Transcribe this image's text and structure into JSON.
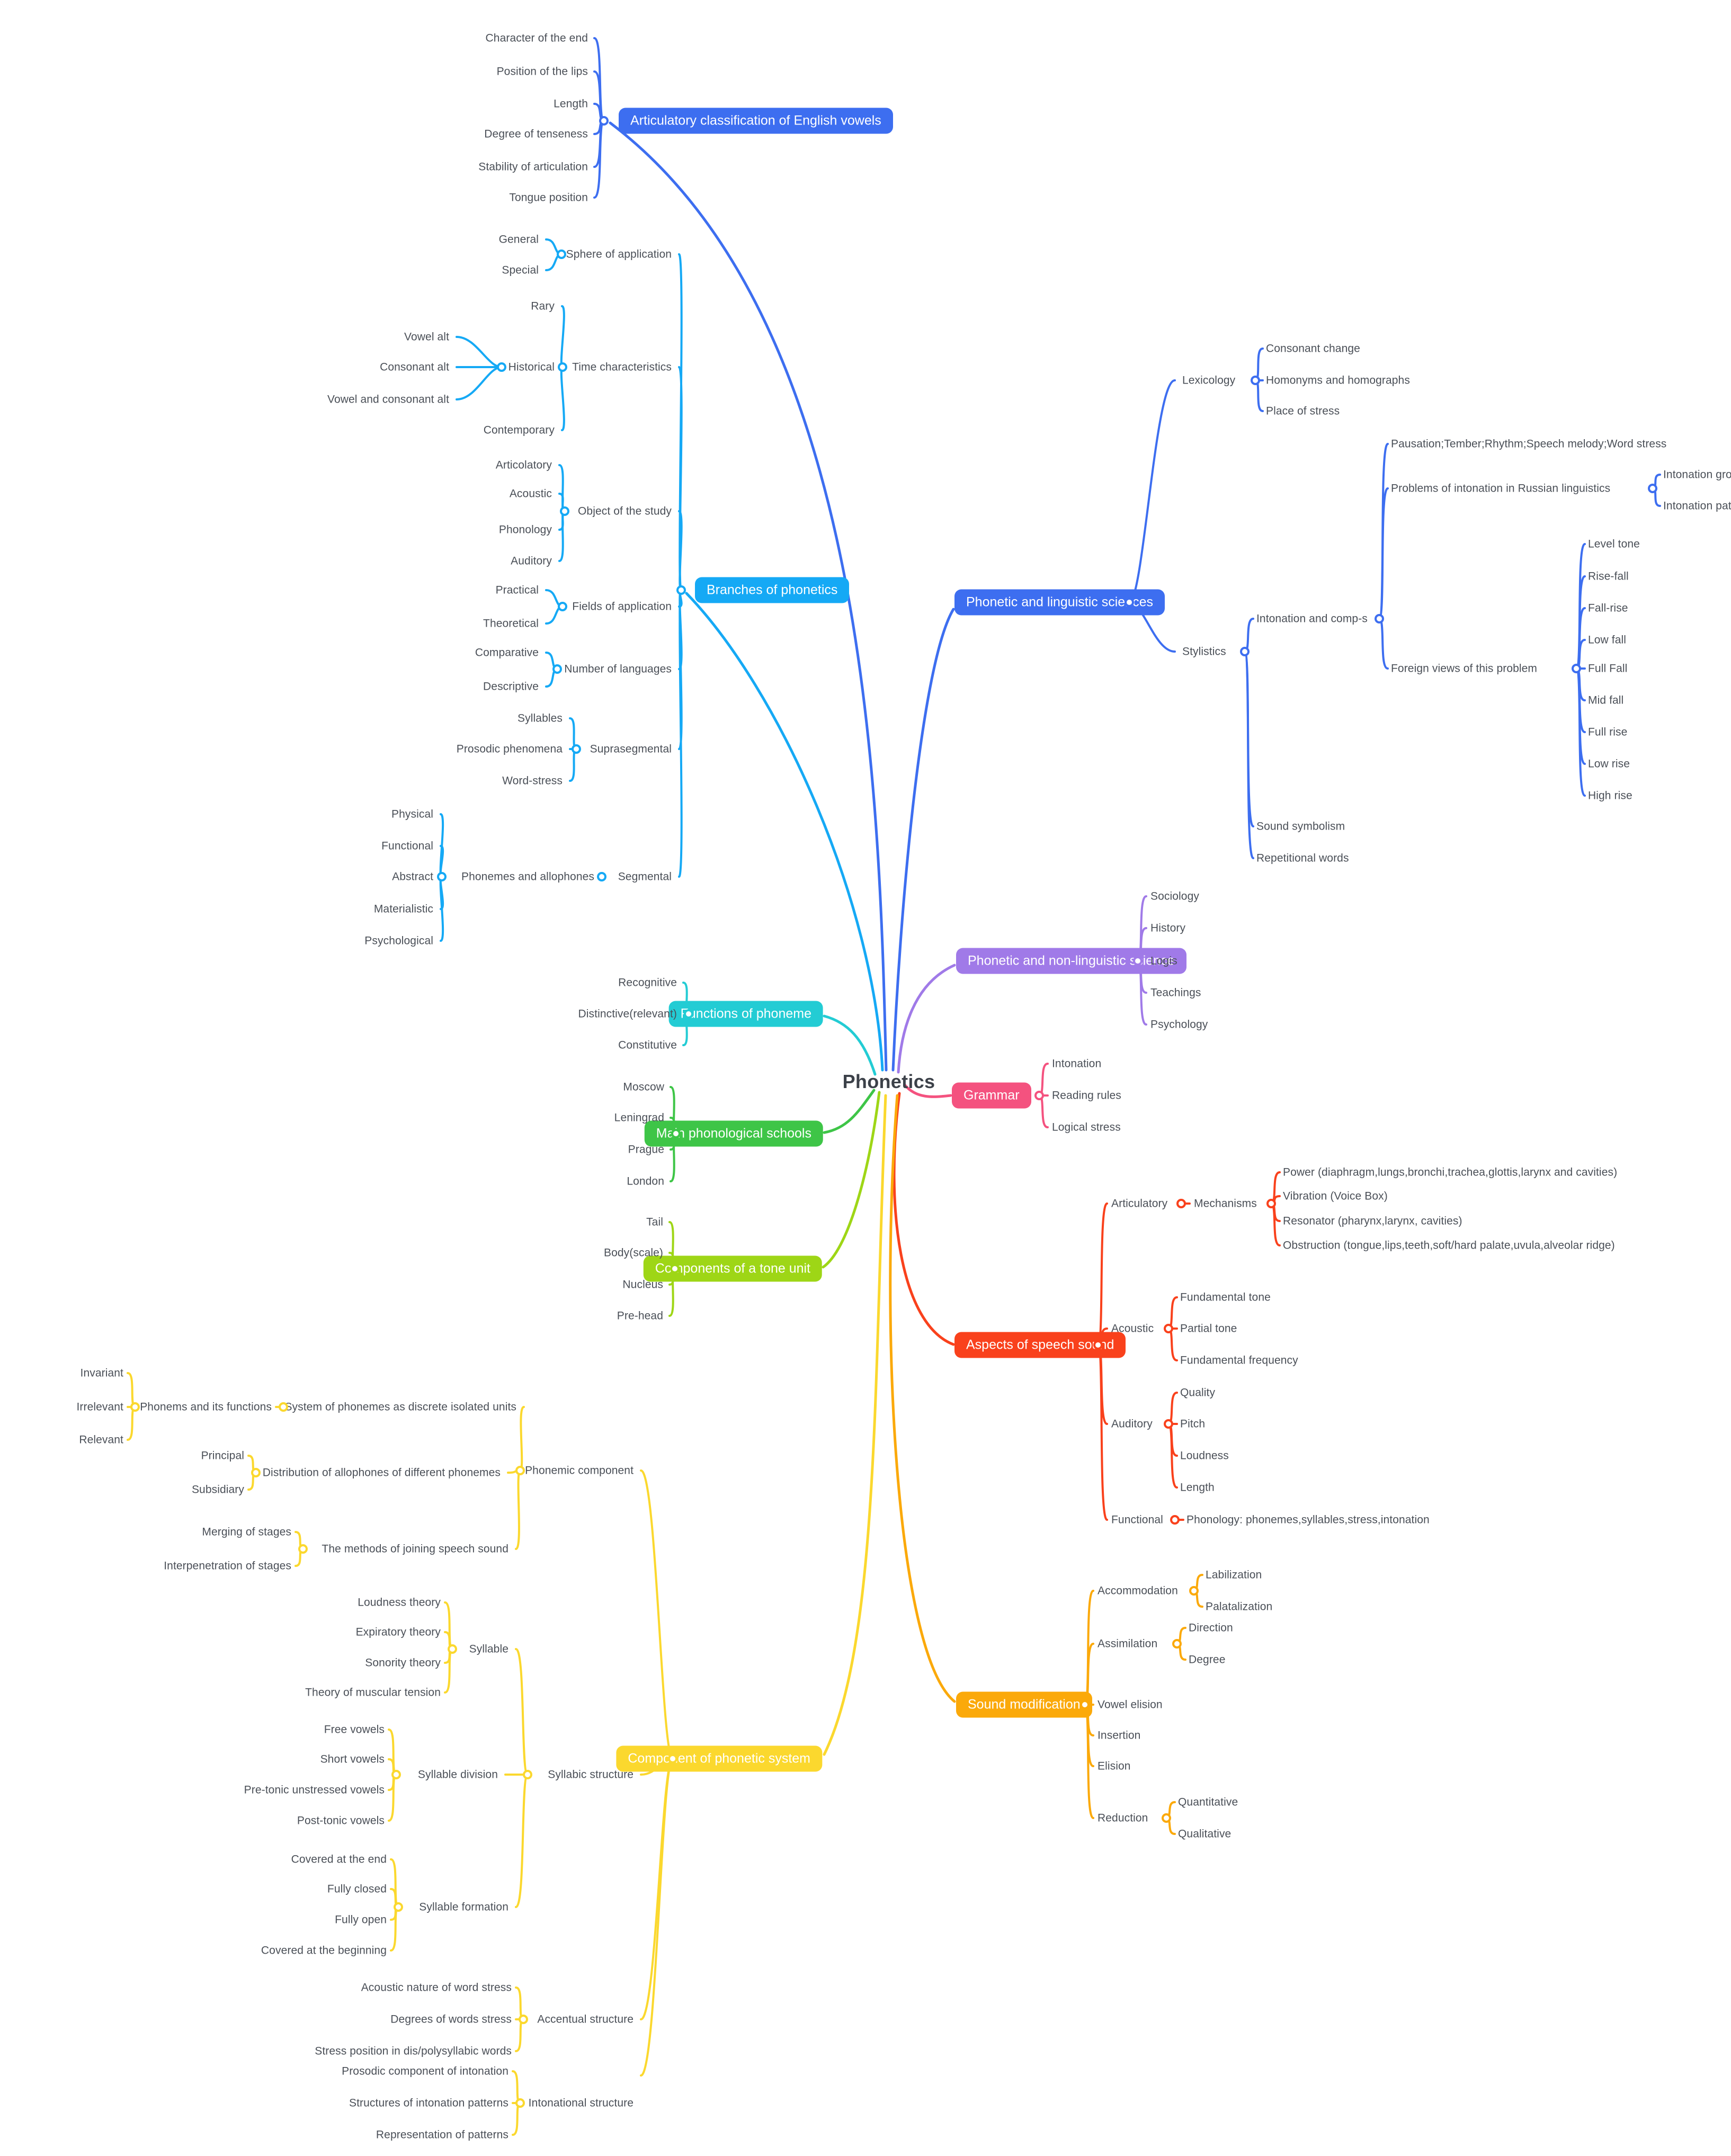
{
  "title": "Phonetics mind map",
  "center": {
    "label": "Phonetics"
  },
  "colors": {
    "blue_dark": "#3d6ef0",
    "blue_light": "#15a9f5",
    "cyan": "#23ccd4",
    "green": "#3ec547",
    "green_light": "#9ed616",
    "yellow": "#fbd82e",
    "orange": "#fba90a",
    "red": "#f9411c",
    "pink": "#f4527f",
    "purple": "#a07ae8",
    "text": "#4a4f57",
    "center_text": "#3c4149"
  },
  "branches": [
    {
      "id": "articulatory-classification",
      "label": "Articulatory classification of English vowels",
      "color": "#3d6ef0",
      "children": [
        {
          "label": "Character of the end"
        },
        {
          "label": "Position of the lips"
        },
        {
          "label": "Length"
        },
        {
          "label": "Degree of tenseness"
        },
        {
          "label": "Stability of articulation"
        },
        {
          "label": "Tongue position"
        }
      ]
    },
    {
      "id": "branches-of-phonetics",
      "label": "Branches of phonetics",
      "color": "#15a9f5",
      "children": [
        {
          "label": "Sphere of application",
          "children": [
            {
              "label": "General"
            },
            {
              "label": "Special"
            }
          ]
        },
        {
          "label": "Time characteristics",
          "children": [
            {
              "label": "Rary"
            },
            {
              "label": "Historical",
              "children": [
                {
                  "label": "Vowel alt"
                },
                {
                  "label": "Consonant alt"
                },
                {
                  "label": "Vowel and consonant alt"
                }
              ]
            },
            {
              "label": "Contemporary"
            }
          ]
        },
        {
          "label": "Object of the study",
          "children": [
            {
              "label": "Articolatory"
            },
            {
              "label": "Acoustic"
            },
            {
              "label": "Phonology"
            },
            {
              "label": "Auditory"
            }
          ]
        },
        {
          "label": "Fields of application",
          "children": [
            {
              "label": "Practical"
            },
            {
              "label": "Theoretical"
            }
          ]
        },
        {
          "label": "Number of languages",
          "children": [
            {
              "label": "Comparative"
            },
            {
              "label": "Descriptive"
            }
          ]
        },
        {
          "label": "Suprasegmental",
          "children": [
            {
              "label": "Syllables"
            },
            {
              "label": "Prosodic phenomena"
            },
            {
              "label": "Word-stress"
            }
          ]
        },
        {
          "label": "Segmental",
          "children": [
            {
              "label": "Phonemes and allophones",
              "children": [
                {
                  "label": "Physical"
                },
                {
                  "label": "Functional"
                },
                {
                  "label": "Abstract"
                },
                {
                  "label": "Materialistic"
                },
                {
                  "label": "Psychological"
                }
              ]
            }
          ]
        }
      ]
    },
    {
      "id": "phonetic-and-linguistic-sciences",
      "label": "Phonetic and linguistic sciences",
      "color": "#3d6ef0",
      "children": [
        {
          "label": "Lexicology",
          "children": [
            {
              "label": "Consonant change"
            },
            {
              "label": "Homonyms and homographs"
            },
            {
              "label": "Place of stress"
            }
          ]
        },
        {
          "label": "Stylistics",
          "children": [
            {
              "label": "Intonation and comp-s",
              "children": [
                {
                  "label": "Pausation;Tember;Rhythm;Speech melody;Word stress"
                },
                {
                  "label": "Problems of intonation in Russian linguistics",
                  "children": [
                    {
                      "label": "Intonation group"
                    },
                    {
                      "label": "Intonation patterns"
                    }
                  ]
                },
                {
                  "label": "Foreign views of this problem",
                  "children": [
                    {
                      "label": "Level tone"
                    },
                    {
                      "label": "Rise-fall"
                    },
                    {
                      "label": "Fall-rise"
                    },
                    {
                      "label": "Low fall"
                    },
                    {
                      "label": "Full Fall"
                    },
                    {
                      "label": "Mid fall"
                    },
                    {
                      "label": "Full rise"
                    },
                    {
                      "label": "Low rise"
                    },
                    {
                      "label": "High rise"
                    }
                  ]
                }
              ]
            },
            {
              "label": "Sound symbolism"
            },
            {
              "label": "Repetitional words"
            }
          ]
        }
      ]
    },
    {
      "id": "phonetic-and-non-linguistic-science",
      "label": "Phonetic and non-linguistic science",
      "color": "#a07ae8",
      "children": [
        {
          "label": "Sociology"
        },
        {
          "label": "History"
        },
        {
          "label": "Logis"
        },
        {
          "label": "Teachings"
        },
        {
          "label": "Psychology"
        }
      ]
    },
    {
      "id": "grammar",
      "label": "Grammar",
      "color": "#f4527f",
      "children": [
        {
          "label": "Intonation"
        },
        {
          "label": "Reading rules"
        },
        {
          "label": "Logical stress"
        }
      ]
    },
    {
      "id": "functions-of-phoneme",
      "label": "Functions of phoneme",
      "color": "#23ccd4",
      "children": [
        {
          "label": "Recognitive"
        },
        {
          "label": "Distinctive(relevant)"
        },
        {
          "label": "Constitutive"
        }
      ]
    },
    {
      "id": "main-phonological-schools",
      "label": "Main phonological schools",
      "color": "#3ec547",
      "children": [
        {
          "label": "Moscow"
        },
        {
          "label": "Leningrad"
        },
        {
          "label": "Prague"
        },
        {
          "label": "London"
        }
      ]
    },
    {
      "id": "components-of-a-tone-unit",
      "label": "Components of a tone unit",
      "color": "#9ed616",
      "children": [
        {
          "label": "Tail"
        },
        {
          "label": "Body(scale)"
        },
        {
          "label": "Nucleus"
        },
        {
          "label": "Pre-head"
        }
      ]
    },
    {
      "id": "aspects-of-speech-sound",
      "label": "Aspects of speech sound",
      "color": "#f9411c",
      "children": [
        {
          "label": "Articulatory",
          "children": [
            {
              "label": "Mechanisms",
              "children": [
                {
                  "label": "Power (diaphragm,lungs,bronchi,trachea,glottis,larynx and cavities)"
                },
                {
                  "label": "Vibration (Voice Box)"
                },
                {
                  "label": "Resonator (pharynx,larynx, cavities)"
                },
                {
                  "label": "Obstruction (tongue,lips,teeth,soft/hard palate,uvula,alveolar ridge)"
                }
              ]
            }
          ]
        },
        {
          "label": "Acoustic",
          "children": [
            {
              "label": "Fundamental tone"
            },
            {
              "label": "Partial tone"
            },
            {
              "label": "Fundamental frequency"
            }
          ]
        },
        {
          "label": "Auditory",
          "children": [
            {
              "label": "Quality"
            },
            {
              "label": "Pitch"
            },
            {
              "label": "Loudness"
            },
            {
              "label": "Length"
            }
          ]
        },
        {
          "label": "Functional",
          "children": [
            {
              "label": "Phonology: phonemes,syllables,stress,intonation"
            }
          ]
        }
      ]
    },
    {
      "id": "sound-modification",
      "label": "Sound modification",
      "color": "#fba90a",
      "children": [
        {
          "label": "Accommodation",
          "children": [
            {
              "label": "Labilization"
            },
            {
              "label": "Palatalization"
            }
          ]
        },
        {
          "label": "Assimilation",
          "children": [
            {
              "label": "Direction"
            },
            {
              "label": "Degree"
            }
          ]
        },
        {
          "label": "Vowel elision"
        },
        {
          "label": "Insertion"
        },
        {
          "label": "Elision"
        },
        {
          "label": "Reduction",
          "children": [
            {
              "label": "Quantitative"
            },
            {
              "label": "Qualitative"
            }
          ]
        }
      ]
    },
    {
      "id": "component-of-phonetic-system",
      "label": "Component of phonetic system",
      "color": "#fbd82e",
      "children": [
        {
          "label": "Phonemic component",
          "children": [
            {
              "label": "System of phonemes as discrete isolated units",
              "children": [
                {
                  "label": "Phonems and its  functions",
                  "children": [
                    {
                      "label": "Invariant"
                    },
                    {
                      "label": "Irrelevant"
                    },
                    {
                      "label": "Relevant"
                    }
                  ]
                }
              ]
            },
            {
              "label": "Distribution of allophones of different phonemes",
              "children": [
                {
                  "label": "Principal"
                },
                {
                  "label": "Subsidiary"
                }
              ]
            },
            {
              "label": "The methods of joining speech sound",
              "children": [
                {
                  "label": "Merging of stages"
                },
                {
                  "label": "Interpenetration of stages"
                }
              ]
            }
          ]
        },
        {
          "label": "Syllabic structure",
          "children": [
            {
              "label": "Syllable",
              "children": [
                {
                  "label": "Loudness theory"
                },
                {
                  "label": "Expiratory theory"
                },
                {
                  "label": "Sonority theory"
                },
                {
                  "label": "Theory of muscular tension"
                }
              ]
            },
            {
              "label": "Syllable division",
              "children": [
                {
                  "label": "Free vowels"
                },
                {
                  "label": "Short vowels"
                },
                {
                  "label": "Pre-tonic unstressed vowels"
                },
                {
                  "label": "Post-tonic vowels"
                }
              ]
            },
            {
              "label": "Syllable formation",
              "children": [
                {
                  "label": "Covered at the end"
                },
                {
                  "label": "Fully closed"
                },
                {
                  "label": "Fully open"
                },
                {
                  "label": "Covered at the beginning"
                }
              ]
            }
          ]
        },
        {
          "label": "Accentual  structure",
          "children": [
            {
              "label": "Acoustic nature of word stress"
            },
            {
              "label": "Degrees of words stress"
            },
            {
              "label": "Stress position in dis/polysyllabic words"
            }
          ]
        },
        {
          "label": "Intonational structure",
          "children": [
            {
              "label": "Prosodic component of intonation"
            },
            {
              "label": "Structures of intonation patterns"
            },
            {
              "label": "Representation of patterns"
            }
          ]
        }
      ]
    }
  ]
}
